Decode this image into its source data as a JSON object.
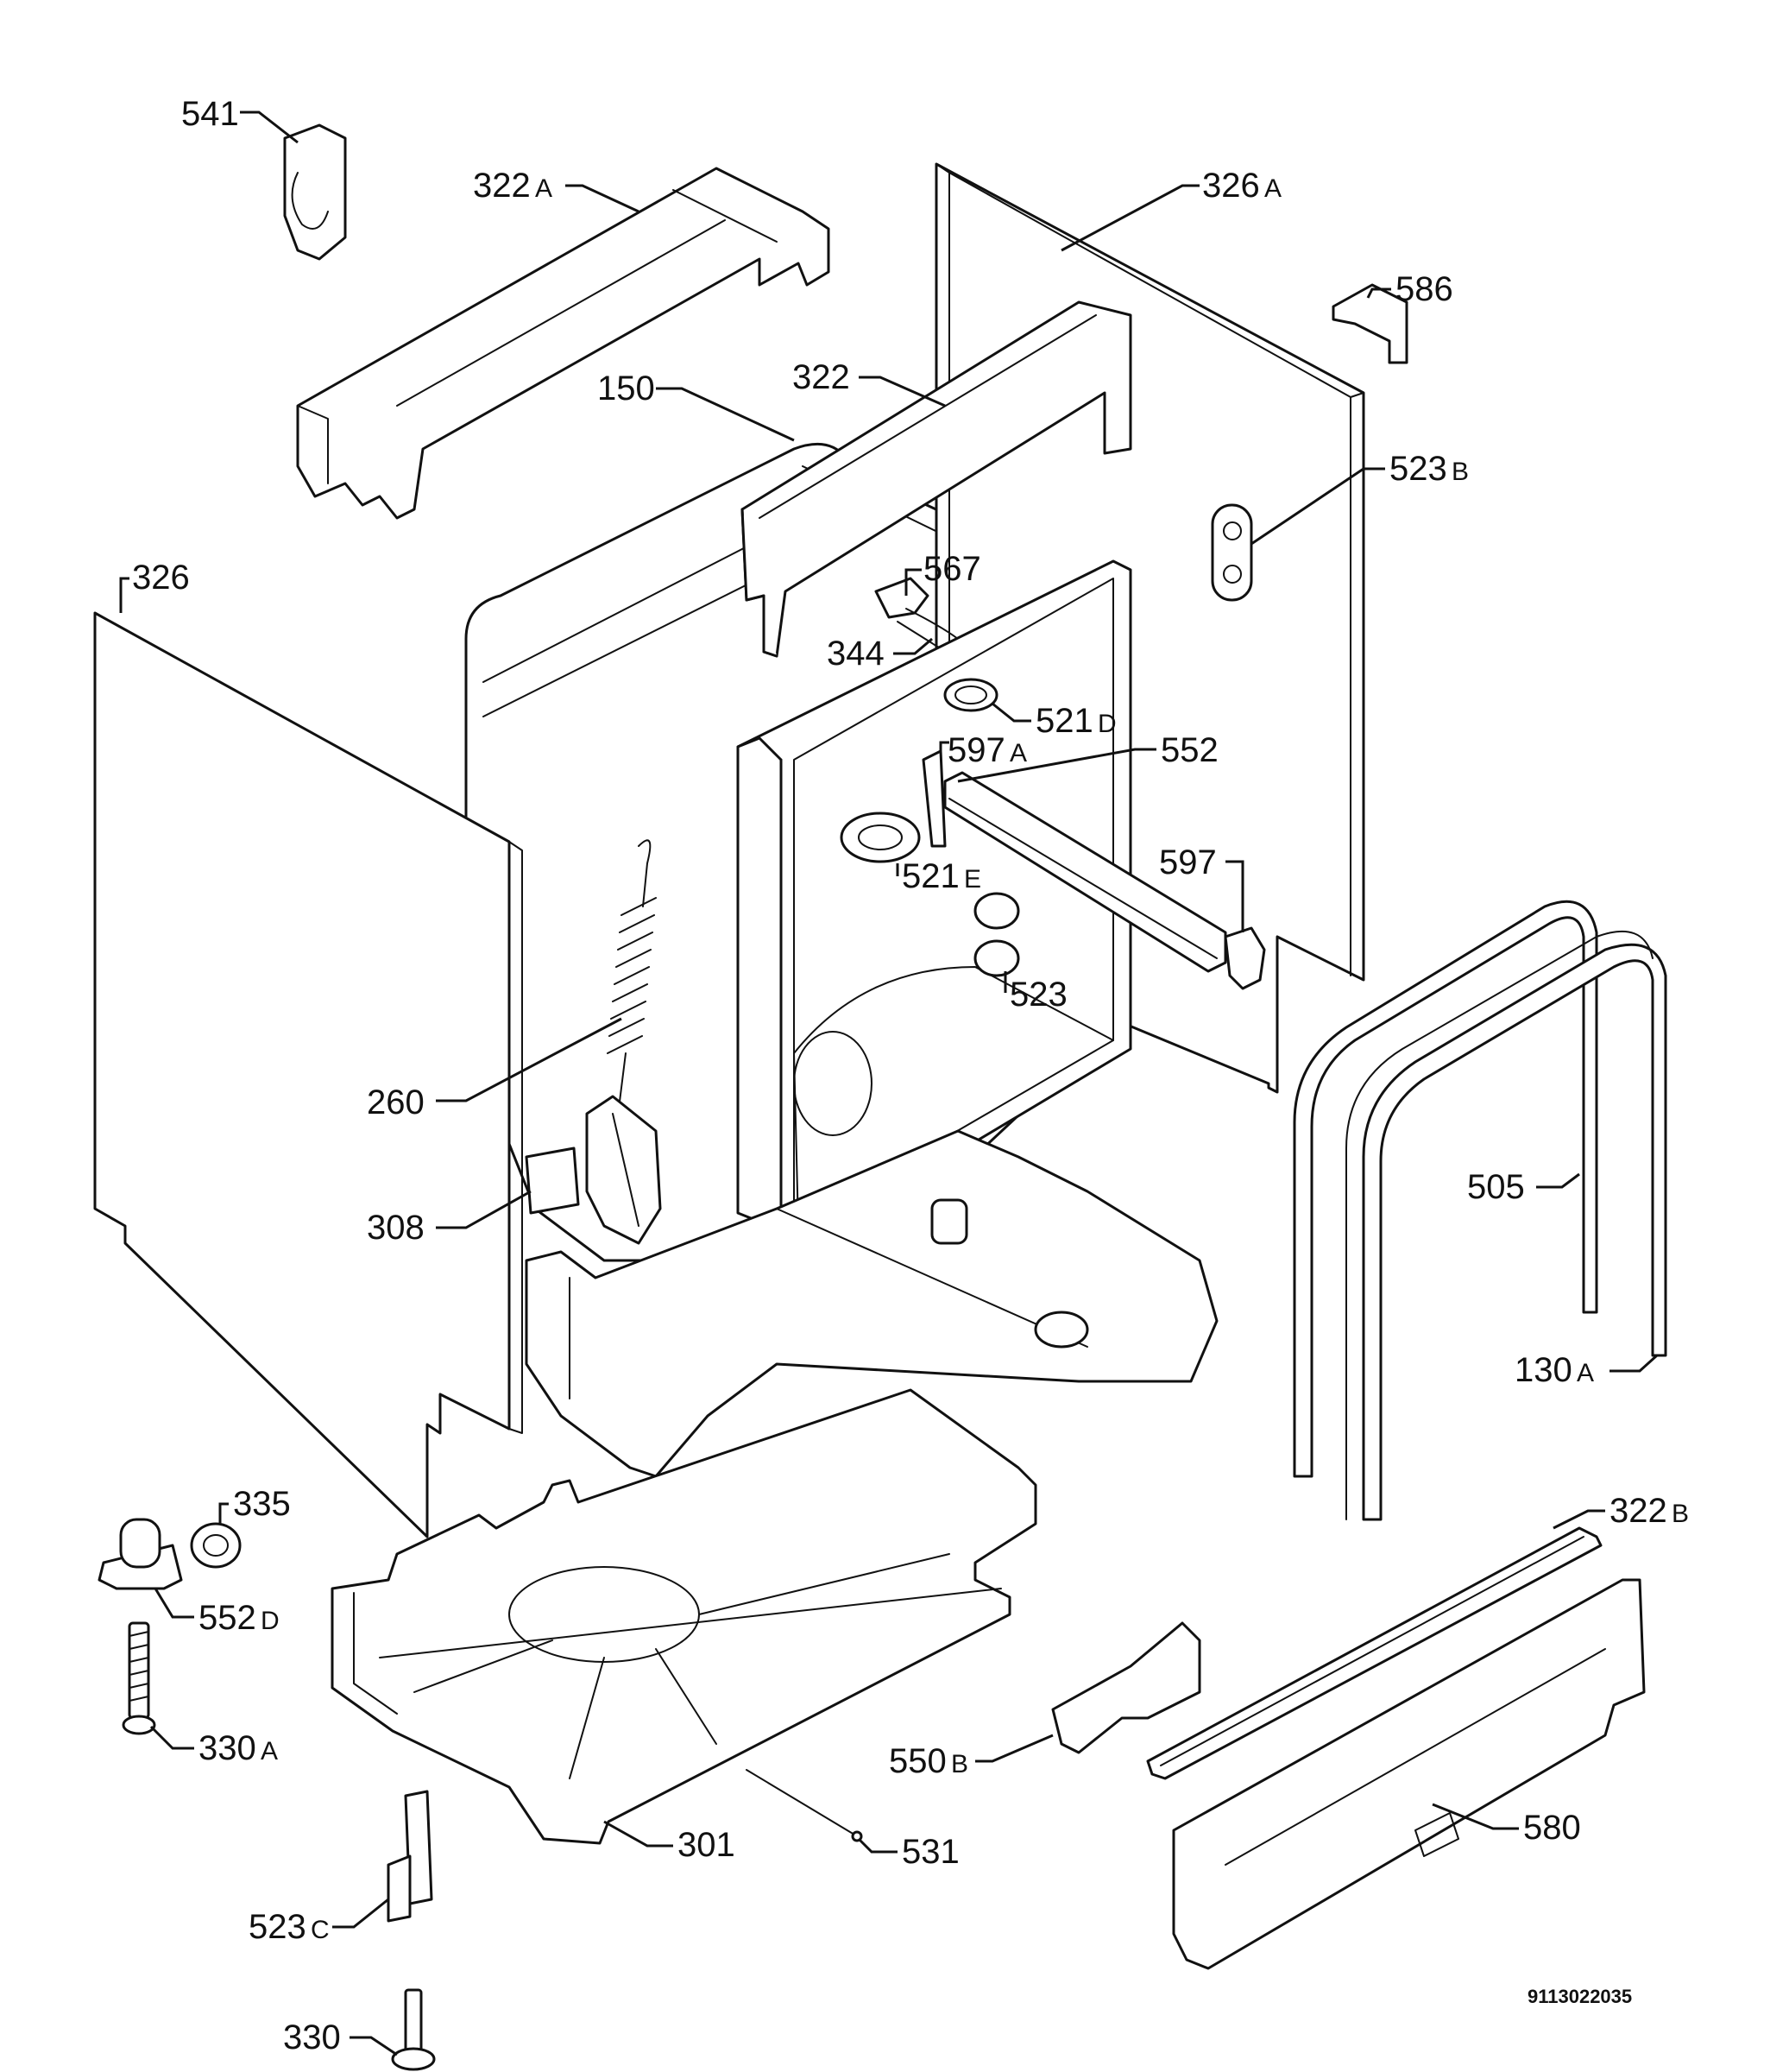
{
  "labels": {
    "p541": "541",
    "p322a": "322",
    "p322a_sfx": "A",
    "p326a": "326",
    "p326a_sfx": "A",
    "p586": "586",
    "p150": "150",
    "p322": "322",
    "p523b": "523",
    "p523b_sfx": "B",
    "p326": "326",
    "p567": "567",
    "p344": "344",
    "p521d": "521",
    "p521d_sfx": "D",
    "p597a": "597",
    "p597a_sfx": "A",
    "p552": "552",
    "p521e": "521",
    "p521e_sfx": "E",
    "p597": "597",
    "p523": "523",
    "p260": "260",
    "p308": "308",
    "p505": "505",
    "p130a": "130",
    "p130a_sfx": "A",
    "p335": "335",
    "p322b": "322",
    "p322b_sfx": "B",
    "p552d": "552",
    "p552d_sfx": "D",
    "p330a": "330",
    "p330a_sfx": "A",
    "p550b": "550",
    "p550b_sfx": "B",
    "p580": "580",
    "p301": "301",
    "p531": "531",
    "p523c": "523",
    "p523c_sfx": "C",
    "p330": "330"
  },
  "drawing_code": "9113022035"
}
